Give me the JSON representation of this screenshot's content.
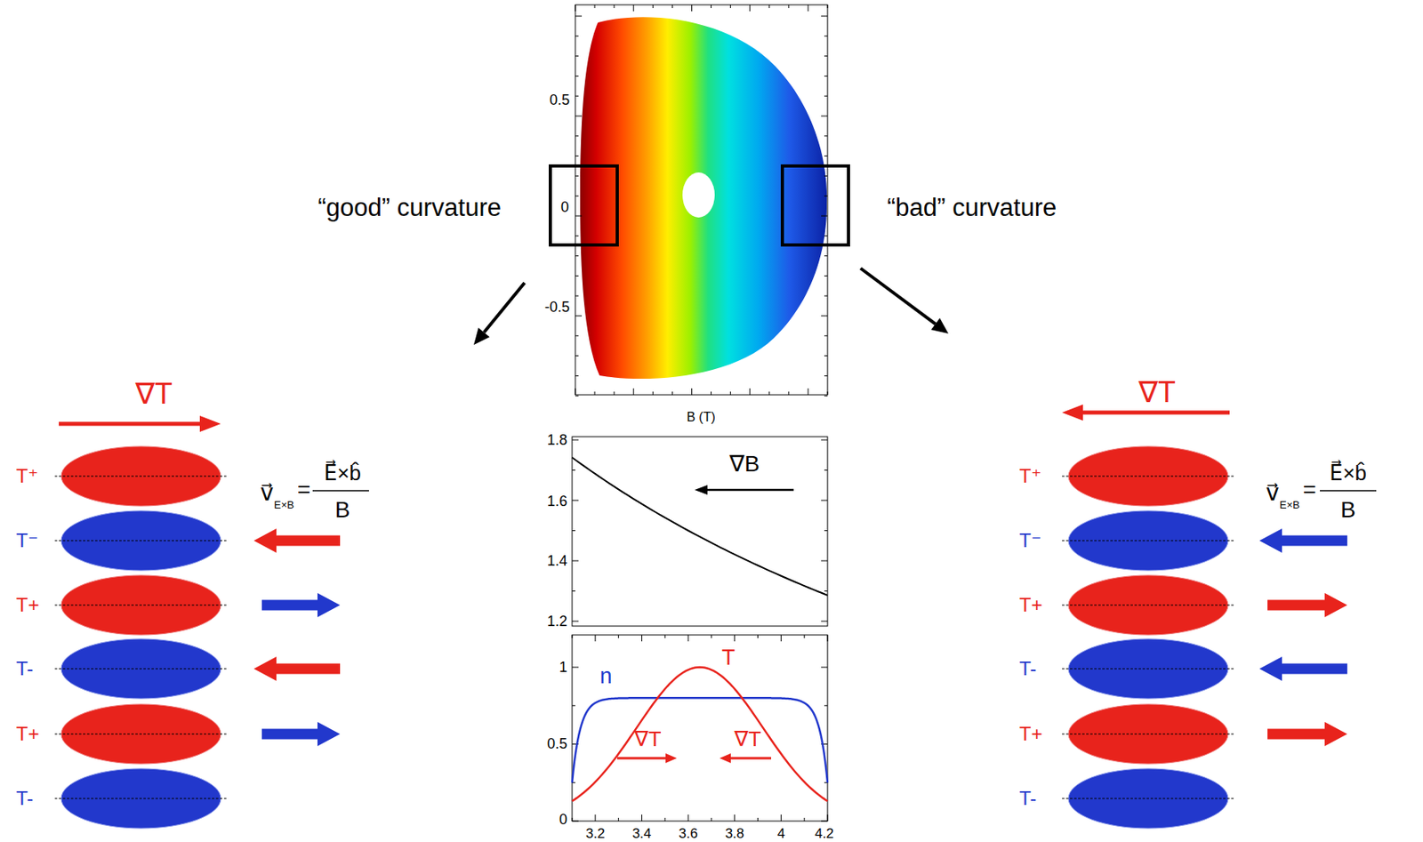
{
  "diagram": {
    "labels": [
      "“good” curvature",
      "“bad” curvature",
      "0.5",
      "0",
      "-0.5",
      "B (T)",
      "1.8",
      "1.6",
      "1.4",
      "1.2",
      "∇B",
      "1",
      "0.5",
      "0",
      "n",
      "T",
      "∇T",
      "∇T",
      "3.2",
      "3.4",
      "3.6",
      "3.8",
      "4",
      "4.2",
      "∇T",
      "T⁺",
      "T⁻",
      "T+",
      "T-",
      "T+",
      "T-",
      "v⃗",
      "E×B",
      "=",
      "E⃗×b̂",
      "B",
      "∇T",
      "T⁺",
      "T⁻",
      "T+",
      "T-",
      "T+",
      "T-",
      "v⃗",
      "E×B",
      "=",
      "E⃗×b̂",
      "B"
    ]
  }
}
